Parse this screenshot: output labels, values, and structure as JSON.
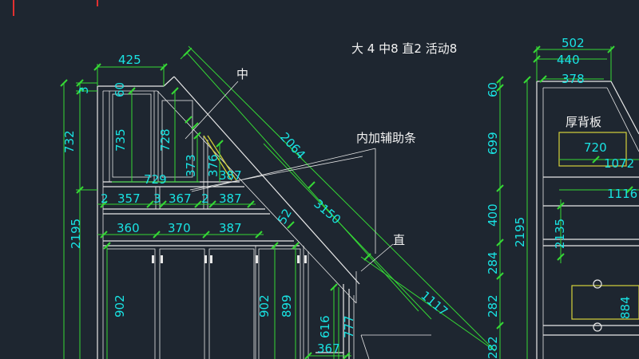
{
  "colors": {
    "background": "#1e2630",
    "dimension_text": "#19e3e3",
    "dimension_line": "#35d835",
    "cabinet_line": "#e8e8e8",
    "insert_line": "#d6d23a"
  },
  "header_note": "大 4 中8 直2 活动8",
  "annotations": {
    "middle_label": "中",
    "brace_label": "内加辅助条",
    "straight_label": "直",
    "thick_back_label": "厚背板"
  },
  "left_view": {
    "top_width": "425",
    "top_left_3": "3",
    "top_60": "60",
    "height_732": "732",
    "total_height": "2195",
    "h_735": "735",
    "h_728": "728",
    "w_729": "729",
    "h_373": "373",
    "h_376": "376",
    "w_387a": "387",
    "diag_2064": "2064",
    "diag_3150": "3150",
    "diag_52": "52",
    "diag_1117": "1117",
    "row1": [
      "2",
      "357",
      "3",
      "367",
      "2",
      "387"
    ],
    "row2": [
      "360",
      "370",
      "387"
    ],
    "h_902a": "902",
    "h_902b": "902",
    "h_899": "899",
    "h_616": "616",
    "h_777": "777",
    "w_367": "367"
  },
  "right_view": {
    "w_502": "502",
    "w_440": "440",
    "w_378": "378",
    "top_60": "60",
    "h_699": "699",
    "h_400": "400",
    "h_2195": "2195",
    "h_2135": "2135",
    "h_284": "284",
    "h_282a": "282",
    "h_282b": "282",
    "w_720": "720",
    "w_1072": "1072",
    "w_1116": "1116",
    "h_884": "884"
  }
}
